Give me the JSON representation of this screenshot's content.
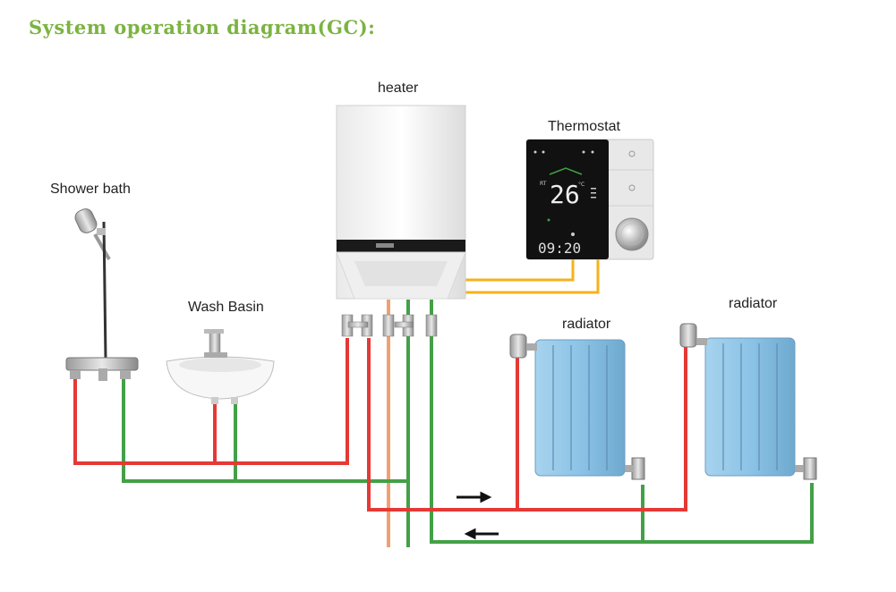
{
  "title": "System operation diagram(GC):",
  "labels": {
    "heater": "heater",
    "thermostat": "Thermostat",
    "shower": "Shower bath",
    "basin": "Wash Basin",
    "radiator1": "radiator",
    "radiator2": "radiator"
  },
  "thermostat_display": {
    "temperature": "26",
    "clock": "09:20",
    "unit": "°C"
  },
  "colors": {
    "title": "#7cb342",
    "hot_pipe": "#e53935",
    "return_pipe": "#43a047",
    "gas_pipe": "#f0a070",
    "signal_wire": "#f5b21b",
    "radiator": "#8cc3e6",
    "thermostat_screen": "#111111"
  }
}
